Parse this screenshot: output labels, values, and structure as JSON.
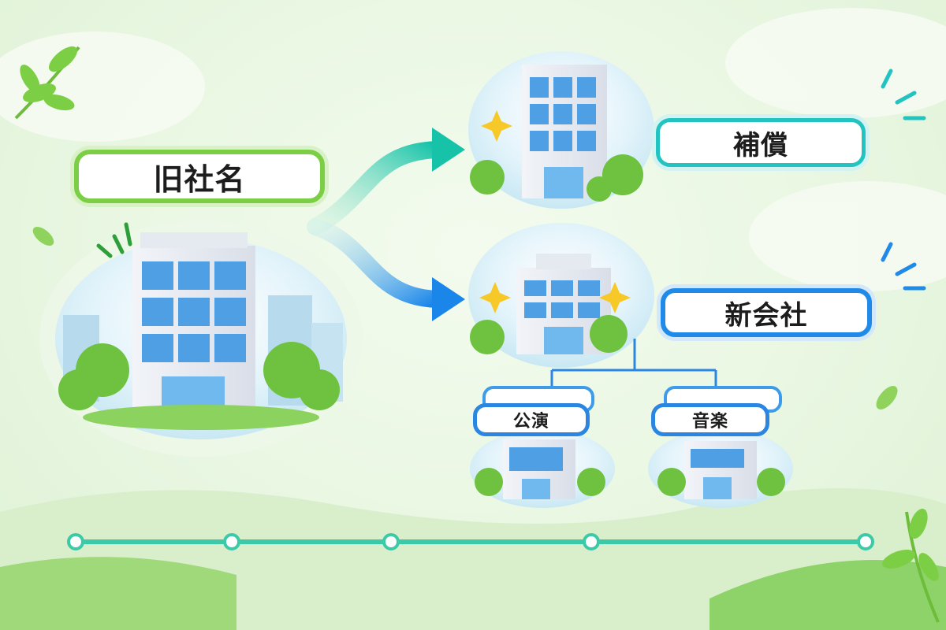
{
  "labels": {
    "old_name": "旧社名",
    "compensation": "補償",
    "new_company": "新会社",
    "sub_performance": "公演",
    "sub_music": "音楽"
  },
  "timeline": {
    "node_count": 5
  },
  "colors": {
    "green": "#7ccf45",
    "teal": "#22c3c0",
    "blue": "#1f8ae8",
    "timeline": "#3cc9a8",
    "background": "#e9f7e2"
  },
  "icons": [
    "building-icon",
    "sparkle-icon",
    "tree-icon",
    "cloud-icon",
    "leaf-icon",
    "arrow-icon"
  ]
}
